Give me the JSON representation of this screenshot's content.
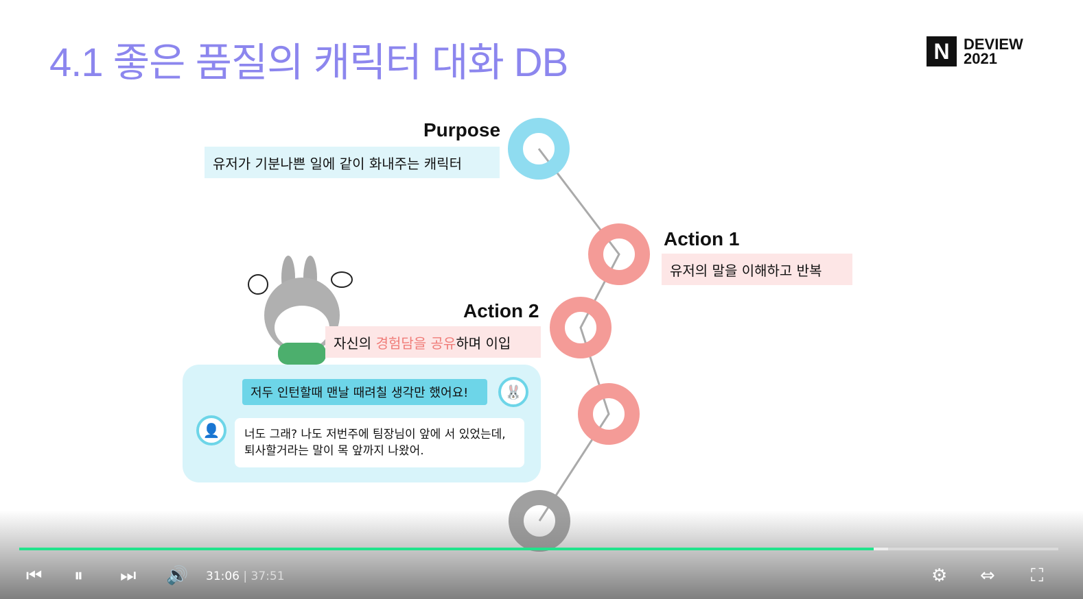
{
  "slide": {
    "title": "4.1 좋은 품질의 캐릭터 대화 DB",
    "logo_letter": "N",
    "logo_line1": "DEVIEW",
    "logo_line2": "2021",
    "purpose": {
      "label": "Purpose",
      "text": "유저가 기분나쁜 일에 같이 화내주는 캐릭터"
    },
    "action1": {
      "label": "Action 1",
      "text": "유저의 말을 이해하고 반복"
    },
    "action2": {
      "label": "Action 2",
      "text_pre": "자신의 ",
      "text_highlight": "경험담을 공유",
      "text_post": "하며 이입"
    },
    "chat": {
      "bot_message": "저두 인턴할때 맨날 때려칠 생각만 했어요!",
      "user_message": "너도 그래? 나도 저번주에 팀장님이 앞에 서 있었는데, 퇴사할거라는 말이 목 앞까지 나왔어."
    },
    "colors": {
      "title": "#8c86ee",
      "purpose": "#7ed8ee",
      "action": "#f4918f",
      "end": "#999999",
      "highlight": "#f07c78"
    }
  },
  "player": {
    "current_time": "31:06",
    "total_time": "37:51",
    "progress": 0.822,
    "buffered": 0.836
  }
}
